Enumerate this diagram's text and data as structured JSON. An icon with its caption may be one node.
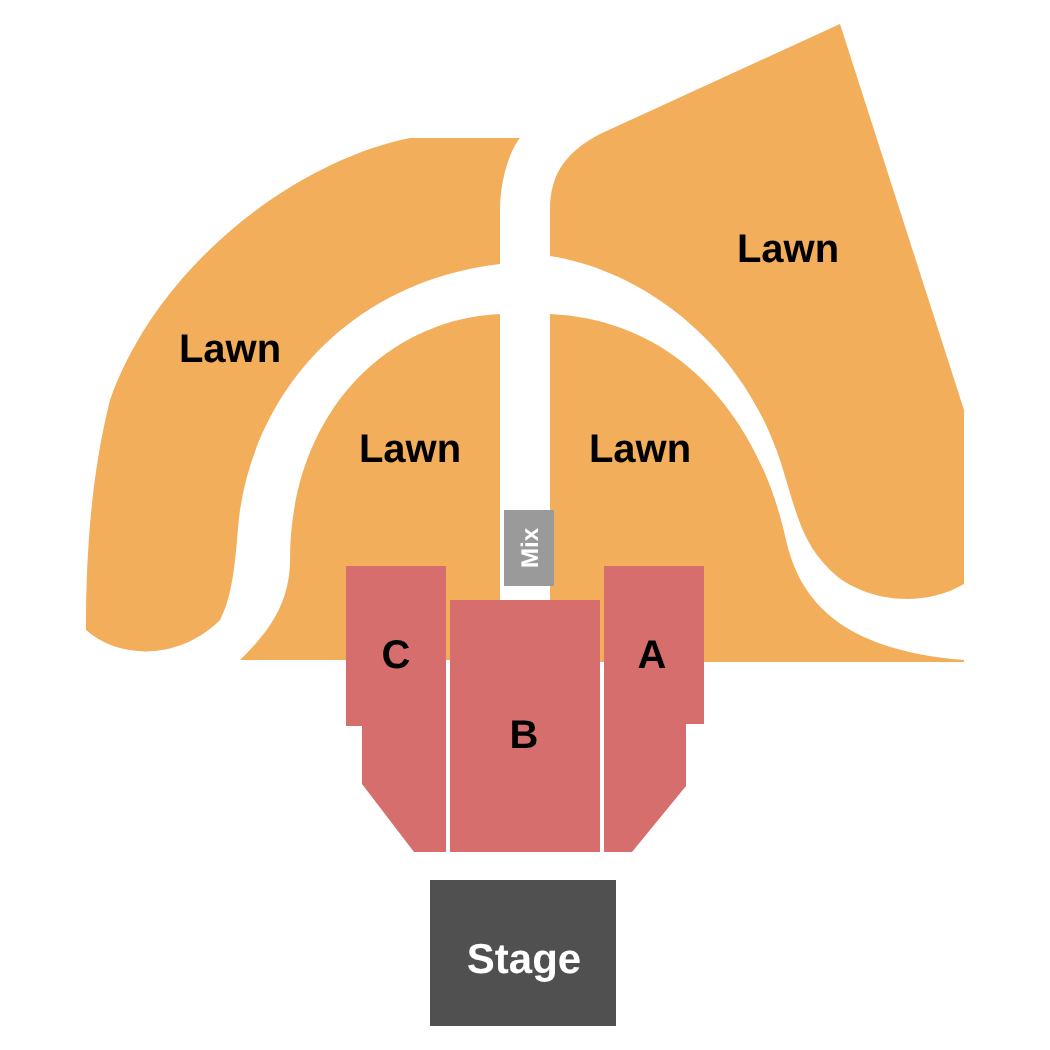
{
  "diagram": {
    "nodes": [
      {
        "text": [
          "Lawn"
        ]
      },
      {
        "text": [
          "Lawn"
        ]
      },
      {
        "text": [
          "Lawn"
        ]
      },
      {
        "text": [
          "Lawn"
        ]
      },
      {
        "text": [
          "Mix"
        ]
      },
      {
        "text": [
          "C"
        ]
      },
      {
        "text": [
          "A"
        ]
      },
      {
        "text": [
          "B"
        ]
      },
      {
        "text": [
          "Stage"
        ]
      }
    ]
  }
}
